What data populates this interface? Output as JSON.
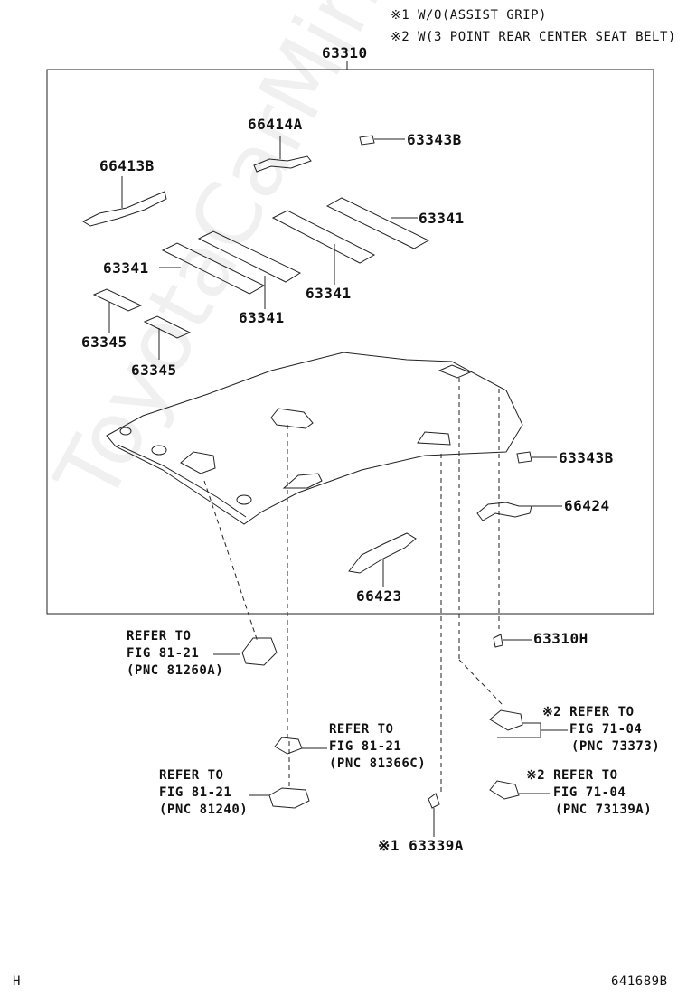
{
  "notes": {
    "note1": "※1  W/O(ASSIST GRIP)",
    "note2": "※2  W(3 POINT REAR CENTER SEAT BELT)"
  },
  "parts": {
    "p63310": "63310",
    "p66414A": "66414A",
    "p63343B_top": "63343B",
    "p66413B": "66413B",
    "p63341_a": "63341",
    "p63341_b": "63341",
    "p63341_c": "63341",
    "p63341_d": "63341",
    "p63345_a": "63345",
    "p63345_b": "63345",
    "p63343B_right": "63343B",
    "p66424": "66424",
    "p66423": "66423",
    "p63310H": "63310H",
    "p63339A": "※1 63339A"
  },
  "refs": {
    "ref1": [
      "REFER TO",
      "FIG 81-21",
      "(PNC 81260A)"
    ],
    "ref2": [
      "REFER TO",
      "FIG 81-21",
      "(PNC 81366C)"
    ],
    "ref3": [
      "REFER TO",
      "FIG 81-21",
      "(PNC 81240)"
    ],
    "ref4": [
      "※2 REFER TO",
      "FIG 71-04",
      "(PNC 73373)"
    ],
    "ref5": [
      "※2 REFER TO",
      "FIG 71-04",
      "(PNC 73139A)"
    ]
  },
  "footer": {
    "left": "H",
    "right": "641689B"
  },
  "watermark": "ToyotaCarMine.ru"
}
